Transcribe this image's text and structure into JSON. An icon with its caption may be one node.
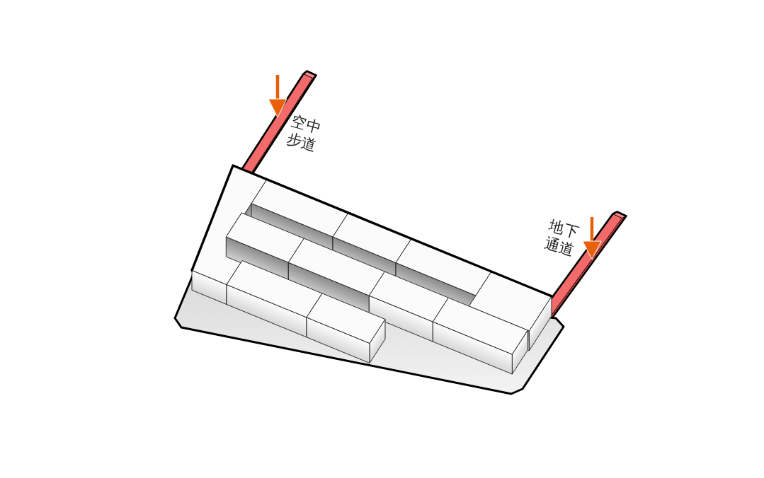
{
  "diagram": {
    "nodes": [
      {
        "text": [
          "空中步道"
        ]
      },
      {
        "text": [
          "地下通道"
        ]
      }
    ],
    "edges": [
      {
        "from": null,
        "to": 0,
        "arrow": "to"
      },
      {
        "from": null,
        "to": 1,
        "arrow": "to"
      }
    ]
  }
}
